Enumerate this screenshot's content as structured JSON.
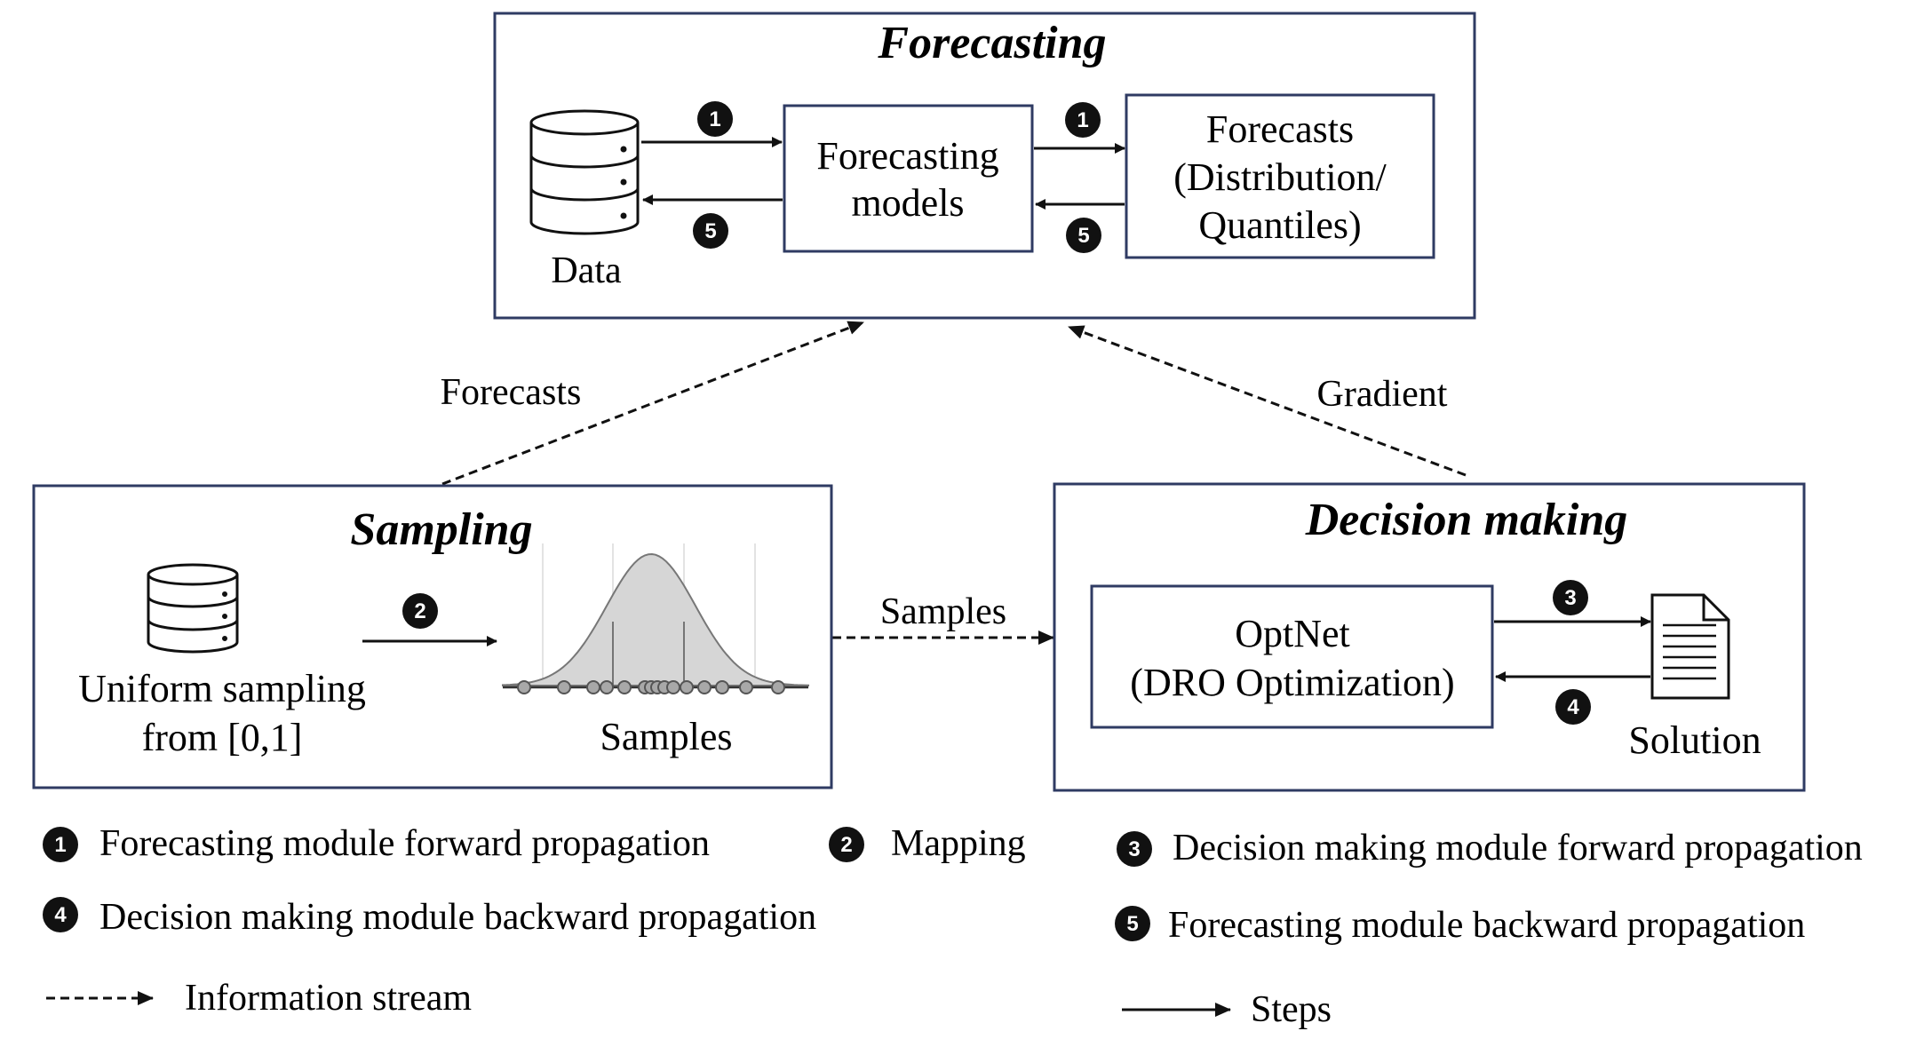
{
  "forecasting": {
    "title": "Forecasting",
    "data_label": "Data",
    "models_line1": "Forecasting",
    "models_line2": "models",
    "forecasts_line1": "Forecasts",
    "forecasts_line2": "(Distribution/",
    "forecasts_line3": "Quantiles)"
  },
  "sampling": {
    "title": "Sampling",
    "uniform_line1": "Uniform sampling",
    "uniform_line2": "from [0,1]",
    "samples_label": "Samples"
  },
  "decision": {
    "title": "Decision making",
    "optnet_line1": "OptNet",
    "optnet_line2": "(DRO Optimization)",
    "solution_label": "Solution"
  },
  "flows": {
    "forecasts": "Forecasts",
    "gradient": "Gradient",
    "samples": "Samples"
  },
  "steps": {
    "s1": "1",
    "s2": "2",
    "s3": "3",
    "s4": "4",
    "s5": "5"
  },
  "legend": {
    "step1": "Forecasting module forward propagation",
    "step2": "Mapping",
    "step3": "Decision making module forward propagation",
    "step4": "Decision making module backward propagation",
    "step5": "Forecasting module backward propagation",
    "info_stream": "Information stream",
    "steps": "Steps"
  },
  "colors": {
    "box_border": "#2f3b63",
    "ink": "#111111",
    "curve_fill": "#d6d6d6",
    "dot_fill": "#a8a8a8"
  }
}
